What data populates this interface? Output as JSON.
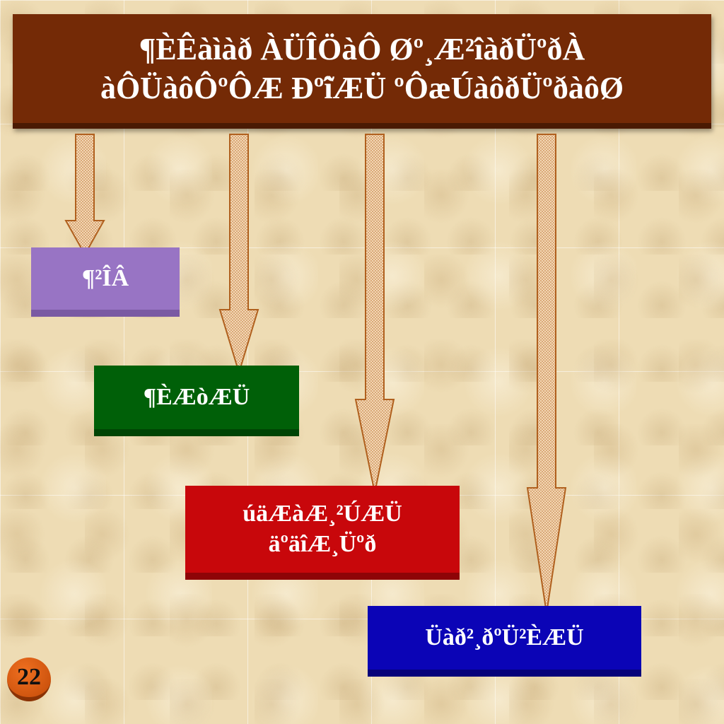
{
  "title": {
    "line1": "¶ÈÊàìàð ÀÜÎÖàÔ Øº¸Æ²îàðÜºðÀ",
    "line2": "àÔÜàôÔºÔÆ Ðº̃îÆÜ ºÔæÚàôðÜºðàôØ"
  },
  "boxes": [
    {
      "lines": [
        "¶²ÎÂ"
      ],
      "color": "#9874c4"
    },
    {
      "lines": [
        "¶ÈÆòÆÜ"
      ],
      "color": "#006008"
    },
    {
      "lines": [
        "úäÆàÆ¸²ÚÆÜ",
        "äºäîÆ¸Üºð"
      ],
      "color": "#c8070b"
    },
    {
      "lines": [
        "Üàð²¸ðºÜ²ÈÆÜ"
      ],
      "color": "#0b04b6"
    }
  ],
  "title_color": "#742a06",
  "arrow_color": "#e8c49a",
  "page_number": "22"
}
